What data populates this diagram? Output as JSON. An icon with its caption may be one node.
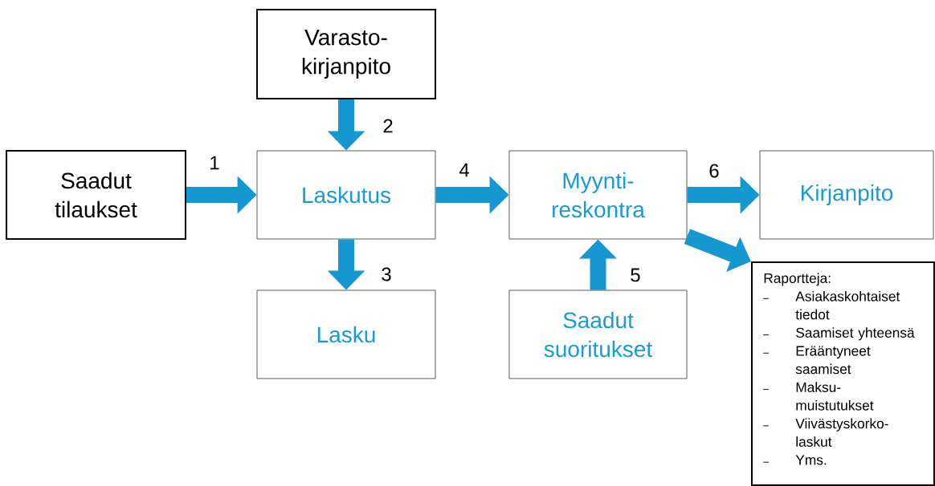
{
  "diagram": {
    "nodes": [
      {
        "text": [
          "Varasto- kirjanpito"
        ]
      },
      {
        "text": [
          "Saadut tilaukset"
        ]
      },
      {
        "text": [
          "Laskutus"
        ]
      },
      {
        "text": [
          "Lasku"
        ]
      },
      {
        "text": [
          "Myynti- reskontra"
        ]
      },
      {
        "text": [
          "Kirjanpito"
        ]
      },
      {
        "text": [
          "Saadut suoritukset"
        ]
      },
      {
        "text": [
          "Raportteja:",
          "Asiakaskohtaiset tiedot",
          "Saamiset yhteensä",
          "Erääntyneet saamiset",
          "Maksu- muistutukset",
          "Viivästyskorko- laskut",
          "Yms."
        ]
      }
    ],
    "edges": [
      {
        "from": 1,
        "to": 2,
        "arrow": "to",
        "label": "1"
      },
      {
        "from": 0,
        "to": 2,
        "arrow": "to",
        "label": "2"
      },
      {
        "from": 2,
        "to": 3,
        "arrow": "to",
        "label": "3"
      },
      {
        "from": 2,
        "to": 4,
        "arrow": "to",
        "label": "4"
      },
      {
        "from": 6,
        "to": 4,
        "arrow": "to",
        "label": "5"
      },
      {
        "from": 4,
        "to": 5,
        "arrow": "to",
        "label": "6"
      },
      {
        "from": 4,
        "to": 7,
        "arrow": "to"
      }
    ]
  }
}
